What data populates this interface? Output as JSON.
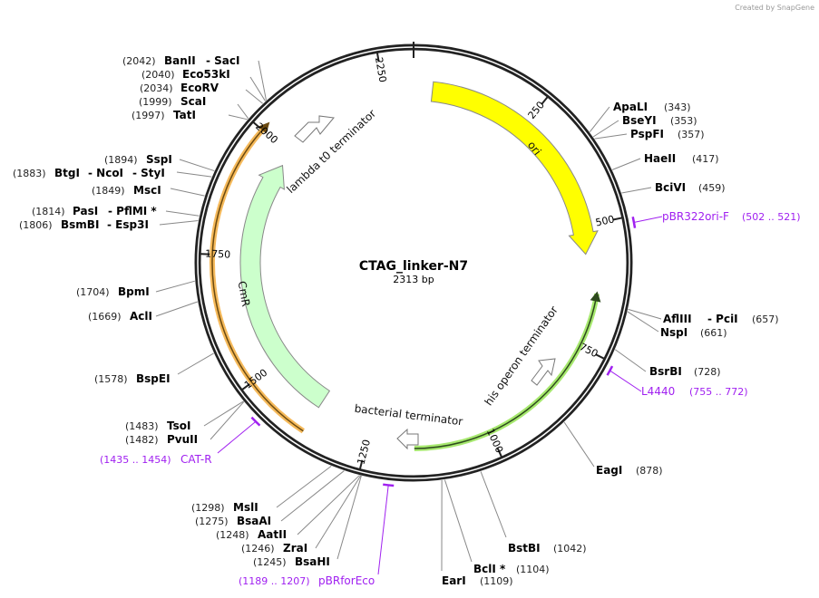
{
  "branding": "Created by SnapGene",
  "plasmid": {
    "name": "CTAG_linker-N7",
    "length_label": "2313 bp",
    "length": 2313
  },
  "ticks": [
    "250",
    "500",
    "750",
    "1000",
    "1250",
    "1500",
    "1750",
    "2000",
    "2250"
  ],
  "features": {
    "ori": "ori",
    "lambda": "lambda t0 terminator",
    "cmr": "CmR",
    "his": "his operon terminator",
    "bact": "bacterial terminator"
  },
  "colors": {
    "ori": "#ffff00",
    "cmr": "#ccffcc",
    "his": "#a6e86e",
    "orange": "#f5b95a",
    "primer": "#a020f0"
  },
  "sites_right": [
    {
      "name": "ApaLI",
      "pos": "(343)"
    },
    {
      "name": "BseYI",
      "pos": "(353)"
    },
    {
      "name": "PspFI",
      "pos": "(357)"
    },
    {
      "name": "HaeII",
      "pos": "(417)"
    },
    {
      "name": "BciVI",
      "pos": "(459)"
    },
    {
      "name": "AflIII",
      "name2": "- PciI",
      "pos": "(657)"
    },
    {
      "name": "NspI",
      "pos": "(661)"
    },
    {
      "name": "BsrBI",
      "pos": "(728)"
    },
    {
      "name": "EagI",
      "pos": "(878)"
    },
    {
      "name": "BstBI",
      "pos": "(1042)"
    },
    {
      "name": "BclI *",
      "pos": "(1104)"
    },
    {
      "name": "EarI",
      "pos": "(1109)"
    }
  ],
  "sites_left": [
    {
      "pos": "(2042)",
      "name": "BanII",
      "name2": "- SacI"
    },
    {
      "pos": "(2040)",
      "name": "Eco53kI"
    },
    {
      "pos": "(2034)",
      "name": "EcoRV"
    },
    {
      "pos": "(1999)",
      "name": "ScaI"
    },
    {
      "pos": "(1997)",
      "name": "TatI"
    },
    {
      "pos": "(1894)",
      "name": "SspI"
    },
    {
      "pos": "(1883)",
      "name": "BtgI",
      "name2": "- NcoI",
      "name3": "- StyI"
    },
    {
      "pos": "(1849)",
      "name": "MscI"
    },
    {
      "pos": "(1814)",
      "name": "PasI",
      "name2": "- PflMI *"
    },
    {
      "pos": "(1806)",
      "name": "BsmBI",
      "name2": "- Esp3I"
    },
    {
      "pos": "(1704)",
      "name": "BpmI"
    },
    {
      "pos": "(1669)",
      "name": "AclI"
    },
    {
      "pos": "(1578)",
      "name": "BspEI"
    },
    {
      "pos": "(1483)",
      "name": "TsoI"
    },
    {
      "pos": "(1482)",
      "name": "PvuII"
    },
    {
      "pos": "(1298)",
      "name": "MslI"
    },
    {
      "pos": "(1275)",
      "name": "BsaAI"
    },
    {
      "pos": "(1248)",
      "name": "AatII"
    },
    {
      "pos": "(1246)",
      "name": "ZraI"
    },
    {
      "pos": "(1245)",
      "name": "BsaHI"
    }
  ],
  "primers": [
    {
      "name": "pBR322ori-F",
      "range": "(502 .. 521)"
    },
    {
      "name": "L4440",
      "range": "(755 .. 772)"
    },
    {
      "name": "CAT-R",
      "range": "(1435 .. 1454)"
    },
    {
      "name": "pBRforEco",
      "range": "(1189 .. 1207)"
    }
  ]
}
